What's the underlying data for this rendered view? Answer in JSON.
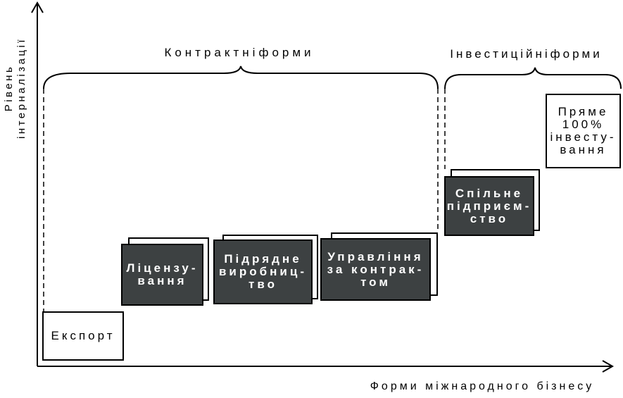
{
  "axes": {
    "y_label_line1": "Рівень",
    "y_label_line2": "інтерналізації",
    "x_label": "Форми міжнародного бізнесу"
  },
  "groups": {
    "contract": "Контрактніформи",
    "investment": "Інвестиційніформи"
  },
  "boxes": {
    "export": "Експорт",
    "licensing": "Ліцензу-\nвання",
    "subcontract": "Підрядне\nвиробниц-\nтво",
    "management": "Управління\nза контрак-\nтом",
    "joint": "Спільне\nпідприєм-\nство",
    "direct": "Пряме\n100%\nінвесту-\nвання"
  }
}
